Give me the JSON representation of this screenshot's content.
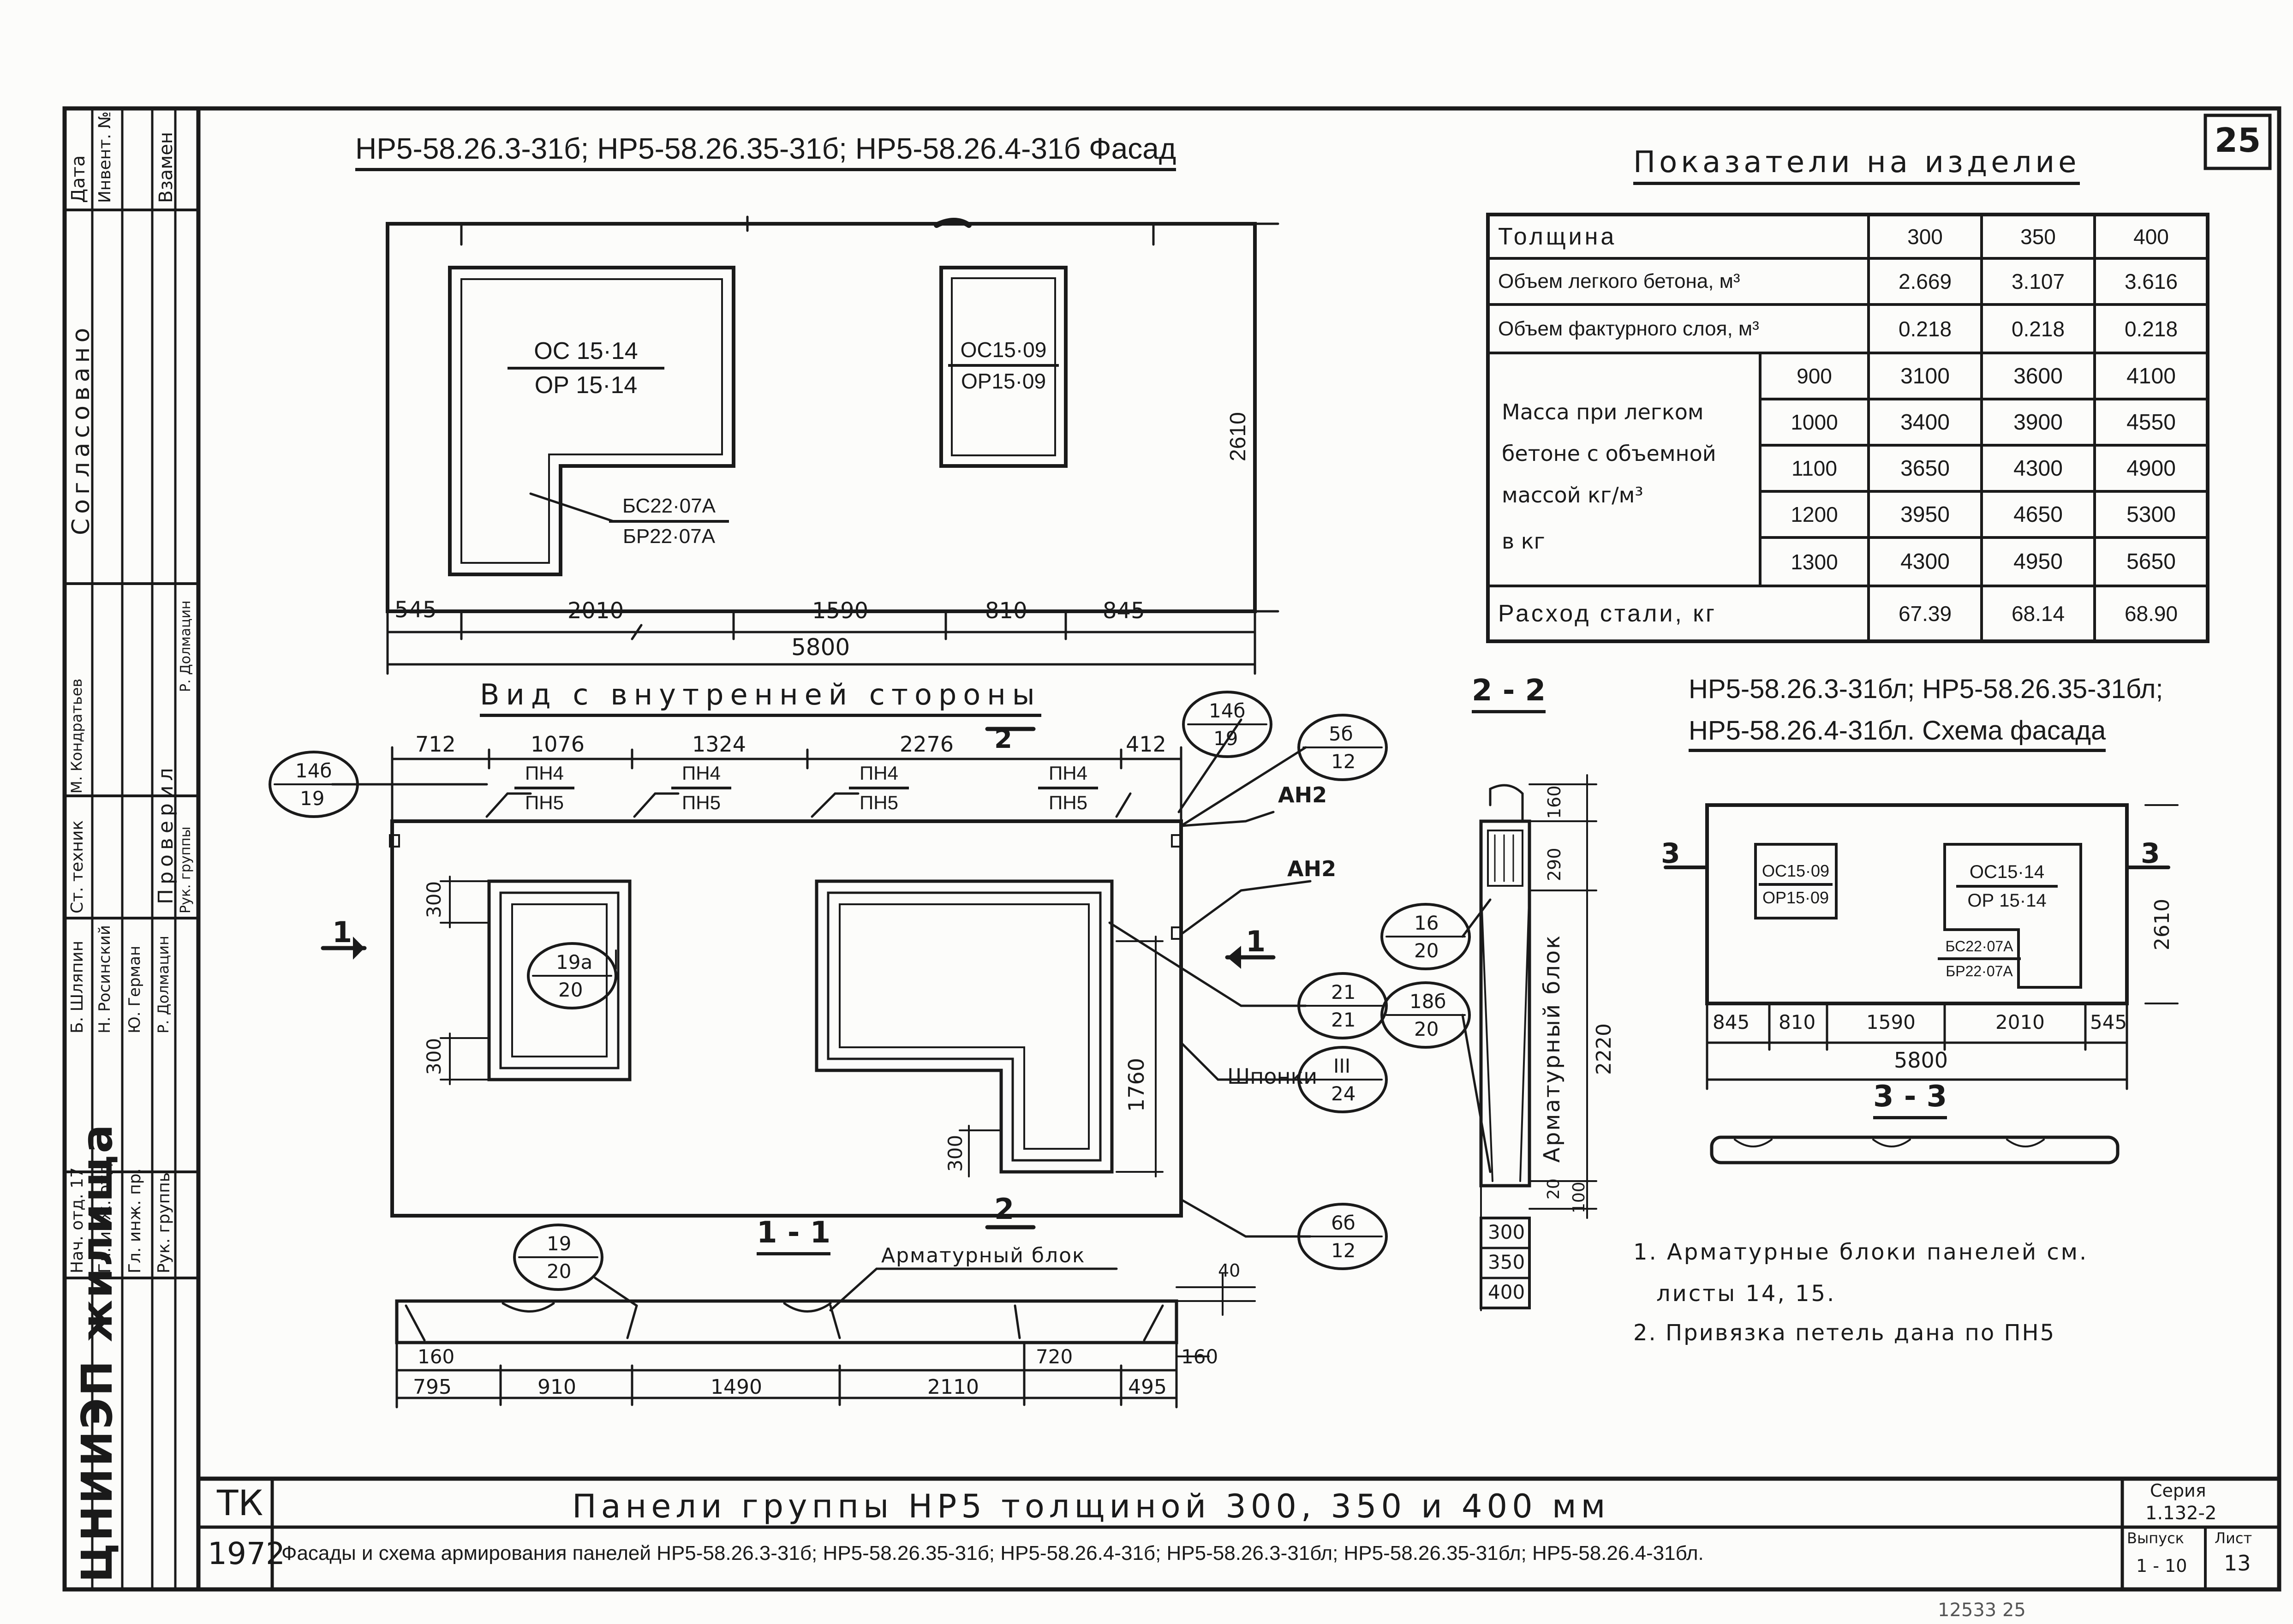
{
  "sheet_number": "25",
  "facade": {
    "title": "НР5-58.26.3-31б; НР5-58.26.35-31б; НР5-58.26.4-31б  Фасад",
    "window_large": {
      "top": "ОС 15·14",
      "bottom": "ОР 15·14"
    },
    "window_small": {
      "top": "ОС15·09",
      "bottom": "ОР15·09"
    },
    "door": {
      "top": "БС22·07А",
      "bottom": "БР22·07А"
    },
    "height_dim": "2610",
    "dims": [
      "545",
      "2010",
      "1590",
      "810",
      "845"
    ],
    "total_dim": "5800"
  },
  "indicators": {
    "title": "Показатели на изделие",
    "thickness_label": "Толщина",
    "thicknesses": [
      "300",
      "350",
      "400"
    ],
    "light_concrete_label": "Объем легкого бетона, м³",
    "light_concrete": [
      "2.669",
      "3.107",
      "3.616"
    ],
    "facing_label": "Объем фактурного слоя, м³",
    "facing": [
      "0.218",
      "0.218",
      "0.218"
    ],
    "mass_label_lines": [
      "Масса при легком",
      "бетоне с объемной",
      "массой  кг/м³",
      "в  кг"
    ],
    "mass_rows": [
      {
        "density": "900",
        "values": [
          "3100",
          "3600",
          "4100"
        ]
      },
      {
        "density": "1000",
        "values": [
          "3400",
          "3900",
          "4550"
        ]
      },
      {
        "density": "1100",
        "values": [
          "3650",
          "4300",
          "4900"
        ]
      },
      {
        "density": "1200",
        "values": [
          "3950",
          "4650",
          "5300"
        ]
      },
      {
        "density": "1300",
        "values": [
          "4300",
          "4950",
          "5650"
        ]
      }
    ],
    "steel_label": "Расход  стали, кг",
    "steel": [
      "67.39",
      "68.14",
      "68.90"
    ]
  },
  "inner_view": {
    "title": "Вид с внутренней стороны",
    "top_dims": [
      "712",
      "1076",
      "1324",
      "2276",
      "412"
    ],
    "loops": [
      {
        "top": "ПН4",
        "bottom": "ПН5"
      },
      {
        "top": "ПН4",
        "bottom": "ПН5"
      },
      {
        "top": "ПН4",
        "bottom": "ПН5"
      },
      {
        "top": "ПН4",
        "bottom": "ПН5"
      }
    ],
    "callouts": {
      "c14b_left": {
        "top": "14б",
        "bottom": "19"
      },
      "c14b_right": {
        "top": "14б",
        "bottom": "19"
      },
      "c5b": {
        "top": "5б",
        "bottom": "12"
      },
      "c19a": {
        "top": "19а",
        "bottom": "20"
      },
      "c21": {
        "top": "21",
        "bottom": "21"
      },
      "c3": {
        "top": "III",
        "bottom": "24"
      },
      "c6b": {
        "top": "6б",
        "bottom": "12"
      }
    },
    "an2_top": "АН2",
    "an2_mid": "АН2",
    "shponki": "Шпонки",
    "section_1_left": "1",
    "section_1_right": "1",
    "section_2_top": "2",
    "section_2_bottom": "2",
    "side_dims": [
      "300",
      "300",
      "300",
      "1760"
    ]
  },
  "section11": {
    "title": "1 - 1",
    "callout": {
      "top": "19",
      "bottom": "20"
    },
    "label": "Арматурный блок",
    "dim_top_right": "40",
    "dim_left": "160",
    "dim_right": "160",
    "dim_720": "720",
    "bottom_dims": [
      "795",
      "910",
      "1490",
      "2110",
      "495"
    ]
  },
  "section22": {
    "title": "2 - 2",
    "callout_16": {
      "top": "16",
      "bottom": "20"
    },
    "callout_18b": {
      "top": "18б",
      "bottom": "20"
    },
    "label": "Арматурный блок",
    "right_dims": [
      "160",
      "290",
      "2220",
      "20",
      "100"
    ],
    "thickness_rows": [
      "300",
      "350",
      "400"
    ]
  },
  "scheme": {
    "title_line1": "НР5-58.26.3-31бл; НР5-58.26.35-31бл;",
    "title_line2": "НР5-58.26.4-31бл. Схема фасада",
    "window_small": {
      "top": "ОС15·09",
      "bottom": "ОР15·09"
    },
    "window_large": {
      "top": "ОС15·14",
      "bottom": "ОР 15·14"
    },
    "door": {
      "top": "БС22·07А",
      "bottom": "БР22·07А"
    },
    "height_dim": "2610",
    "dims": [
      "845",
      "810",
      "1590",
      "2010",
      "545"
    ],
    "total_dim": "5800",
    "section_3": "3",
    "section33_title": "3 - 3"
  },
  "notes": [
    "1. Арматурные блоки панелей см.",
    "листы  14, 15.",
    "2. Привязка петель дана по ПН5"
  ],
  "side_stamp": {
    "approved": "Согласовано",
    "date": "Дата",
    "inv": "Инвент. №",
    "replace": "Взамен",
    "roles": [
      "Нач. отд. 17",
      "Гл. инж. отд.",
      "Гл. инж. пр.",
      "Рук. группы",
      "Ст. техник",
      "Проверил",
      "Рук. группы"
    ],
    "names": [
      "Б. Шляпин",
      "Н. Росинский",
      "Ю. Герман",
      "Р. Долмацин",
      "М. Кондратьев",
      "Р. Долмацин"
    ],
    "org": "ЦНИИЭП жилища"
  },
  "title_block": {
    "tk": "ТК",
    "year": "1972",
    "title": "Панели группы  НР5  толщиной  300, 350 и 400 мм",
    "subtitle": "Фасады и схема армирования панелей НР5-58.26.3-31б; НР5-58.26.35-31б; НР5-58.26.4-31б; НР5-58.26.3-31бл; НР5-58.26.35-31бл; НР5-58.26.4-31бл.",
    "series_label": "Серия",
    "series": "1.132-2",
    "issue_label": "Выпуск",
    "issue": "1 - 10",
    "sheet_label": "Лист",
    "sheet": "13"
  },
  "footer_number": "12533   25"
}
